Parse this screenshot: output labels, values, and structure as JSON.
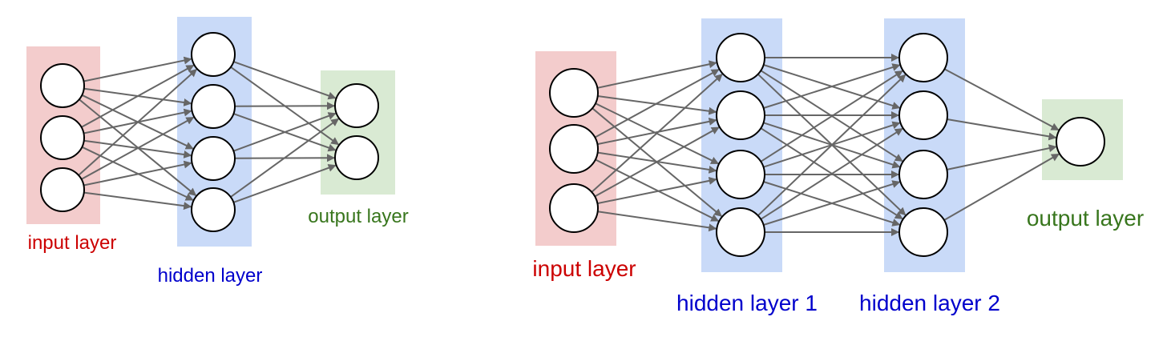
{
  "colors": {
    "input_fill": "#f3cccc",
    "hidden_fill": "#c9daf8",
    "output_fill": "#d9ead3",
    "input_text": "#cc0000",
    "hidden_text": "#0000cc",
    "output_text": "#38761d",
    "edge": "#666666",
    "node_stroke": "#000000"
  },
  "networks": [
    {
      "input_label": "input layer",
      "hidden_labels": [
        "hidden layer"
      ],
      "output_label": "output layer",
      "layer_sizes": [
        3,
        4,
        2
      ]
    },
    {
      "input_label": "input layer",
      "hidden_labels": [
        "hidden layer 1",
        "hidden layer 2"
      ],
      "output_label": "output layer",
      "layer_sizes": [
        3,
        4,
        4,
        1
      ]
    }
  ]
}
